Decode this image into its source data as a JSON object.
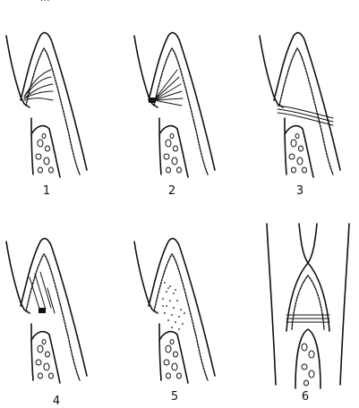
{
  "fragment_text": "...",
  "panels": [
    {
      "label": "1"
    },
    {
      "label": "2"
    },
    {
      "label": "3"
    },
    {
      "label": "4"
    },
    {
      "label": "5"
    },
    {
      "label": "6"
    }
  ]
}
